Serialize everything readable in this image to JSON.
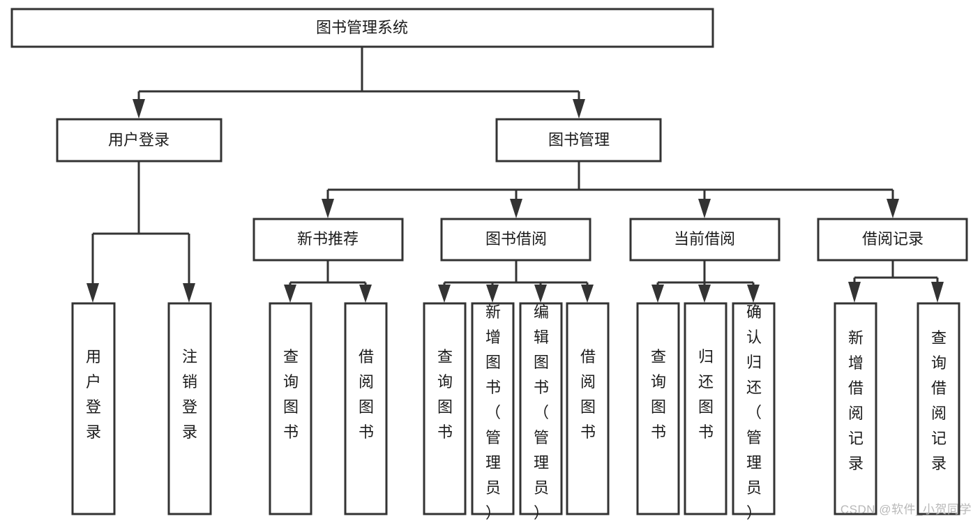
{
  "diagram": {
    "type": "tree",
    "orientation": "top-down",
    "title": "图书管理系统",
    "watermark": "CSDN @软件_小贺同学",
    "colors": {
      "background": "#ffffff",
      "stroke": "#333333",
      "node_fill": "#ffffff",
      "text": "#1b1b1b",
      "watermark": "#b8b8b8"
    },
    "levels": [
      {
        "level": 1,
        "nodes": [
          {
            "id": "root",
            "label": "图书管理系统",
            "orientation": "horizontal"
          }
        ]
      },
      {
        "level": 2,
        "nodes": [
          {
            "id": "login",
            "label": "用户登录",
            "orientation": "horizontal",
            "parent": "root"
          },
          {
            "id": "bookmgmt",
            "label": "图书管理",
            "orientation": "horizontal",
            "parent": "root"
          }
        ]
      },
      {
        "level": 3,
        "nodes": [
          {
            "id": "newbook",
            "label": "新书推荐",
            "orientation": "horizontal",
            "parent": "bookmgmt"
          },
          {
            "id": "borrow",
            "label": "图书借阅",
            "orientation": "horizontal",
            "parent": "bookmgmt"
          },
          {
            "id": "current",
            "label": "当前借阅",
            "orientation": "horizontal",
            "parent": "bookmgmt"
          },
          {
            "id": "records",
            "label": "借阅记录",
            "orientation": "horizontal",
            "parent": "bookmgmt"
          }
        ]
      },
      {
        "level": 4,
        "nodes": [
          {
            "id": "leaf-user-login",
            "label": "用户登录",
            "orientation": "vertical",
            "parent": "login"
          },
          {
            "id": "leaf-user-logout",
            "label": "注销登录",
            "orientation": "vertical",
            "parent": "login"
          },
          {
            "id": "leaf-query-book-1",
            "label": "查询图书",
            "orientation": "vertical",
            "parent": "newbook"
          },
          {
            "id": "leaf-borrow-book-1",
            "label": "借阅图书",
            "orientation": "vertical",
            "parent": "newbook"
          },
          {
            "id": "leaf-query-book-2",
            "label": "查询图书",
            "orientation": "vertical",
            "parent": "borrow"
          },
          {
            "id": "leaf-add-book",
            "label": "新增图书（管理员）",
            "orientation": "vertical",
            "parent": "borrow"
          },
          {
            "id": "leaf-edit-book",
            "label": "编辑图书（管理员）",
            "orientation": "vertical",
            "parent": "borrow"
          },
          {
            "id": "leaf-borrow-book-2",
            "label": "借阅图书",
            "orientation": "vertical",
            "parent": "borrow"
          },
          {
            "id": "leaf-query-book-3",
            "label": "查询图书",
            "orientation": "vertical",
            "parent": "current"
          },
          {
            "id": "leaf-return-book",
            "label": "归还图书",
            "orientation": "vertical",
            "parent": "current"
          },
          {
            "id": "leaf-confirm-return",
            "label": "确认归还（管理员）",
            "orientation": "vertical",
            "parent": "current"
          },
          {
            "id": "leaf-add-record",
            "label": "新增借阅记录",
            "orientation": "vertical",
            "parent": "records"
          },
          {
            "id": "leaf-query-record",
            "label": "查询借阅记录",
            "orientation": "vertical",
            "parent": "records"
          }
        ]
      }
    ]
  }
}
